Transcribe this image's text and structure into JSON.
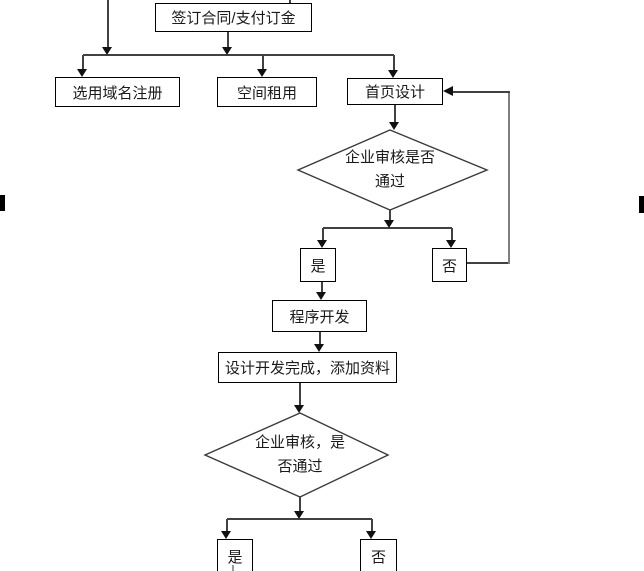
{
  "colors": {
    "background": "#ffffff",
    "shape_border": "#000000",
    "connector": "#414141",
    "connector_light": "#7f7f7f",
    "arrowhead": "#111111",
    "selection_handle": "#000000"
  },
  "icons": {
    "resize_handle_left": "black-rectangle-handle",
    "resize_handle_right": "black-rectangle-handle",
    "arrowhead_down": "solid-triangle-down",
    "arrowhead_left": "solid-triangle-left"
  },
  "flowchart": {
    "nodes": {
      "contract": {
        "label": "签订合同/支付订金"
      },
      "domain": {
        "label": "选用域名注册"
      },
      "space": {
        "label": "空间租用"
      },
      "homepage": {
        "label": "首页设计"
      },
      "review1": {
        "line1": "企业审核是否",
        "line2": "通过"
      },
      "yes1": {
        "label": "是"
      },
      "no1": {
        "label": "否"
      },
      "dev": {
        "label": "程序开发"
      },
      "complete": {
        "label": "设计开发完成，添加资料"
      },
      "review2": {
        "line1": "企业审核，是",
        "line2": "否通过"
      },
      "yes2": {
        "label": "是"
      },
      "no2": {
        "label": "否"
      }
    }
  }
}
